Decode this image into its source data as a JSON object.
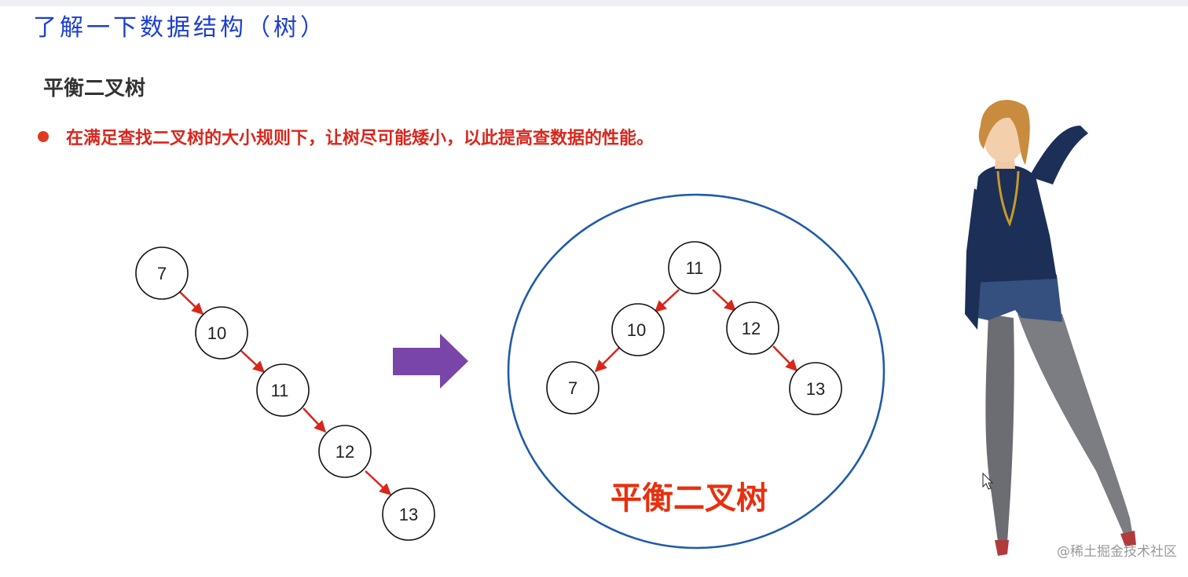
{
  "header": {
    "title": "了解一下数据结构（树）"
  },
  "section": {
    "heading": "平衡二叉树"
  },
  "bullet": {
    "text": "在满足查找二叉树的大小规则下，让树尽可能矮小，以此提高查数据的性能。"
  },
  "unbalanced_tree": {
    "nodes": [
      {
        "id": "u7",
        "label": "7"
      },
      {
        "id": "u10",
        "label": "10"
      },
      {
        "id": "u11",
        "label": "11"
      },
      {
        "id": "u12",
        "label": "12"
      },
      {
        "id": "u13",
        "label": "13"
      }
    ],
    "edges": [
      [
        "u7",
        "u10"
      ],
      [
        "u10",
        "u11"
      ],
      [
        "u11",
        "u12"
      ],
      [
        "u12",
        "u13"
      ]
    ]
  },
  "balanced_tree": {
    "caption": "平衡二叉树",
    "nodes": [
      {
        "id": "b11",
        "label": "11"
      },
      {
        "id": "b10",
        "label": "10"
      },
      {
        "id": "b12",
        "label": "12"
      },
      {
        "id": "b7",
        "label": "7"
      },
      {
        "id": "b13",
        "label": "13"
      }
    ],
    "edges": [
      [
        "b11",
        "b10"
      ],
      [
        "b11",
        "b12"
      ],
      [
        "b10",
        "b7"
      ],
      [
        "b12",
        "b13"
      ]
    ]
  },
  "colors": {
    "title_blue": "#1d3fd0",
    "accent_red": "#d9261c",
    "arrow_purple": "#7a45a8",
    "circle_blue": "#1f5ca8"
  },
  "watermark": "@稀土掘金技术社区"
}
